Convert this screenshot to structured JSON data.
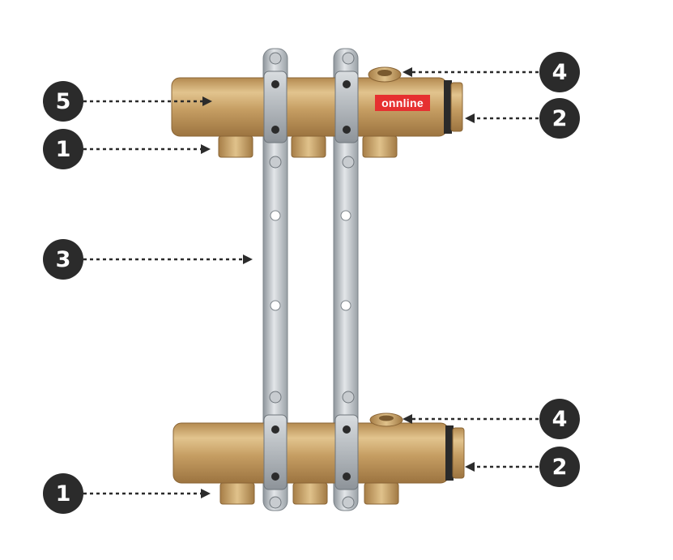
{
  "brand_label": "onnline",
  "callouts": [
    {
      "number": "5"
    },
    {
      "number": "1"
    },
    {
      "number": "3"
    },
    {
      "number": "1"
    },
    {
      "number": "4"
    },
    {
      "number": "2"
    },
    {
      "number": "4"
    },
    {
      "number": "2"
    }
  ],
  "colors": {
    "brass": "#c9a26a",
    "steel": "#b7bcc1",
    "badge": "#2b2b2b",
    "brand_red": "#e63030"
  }
}
